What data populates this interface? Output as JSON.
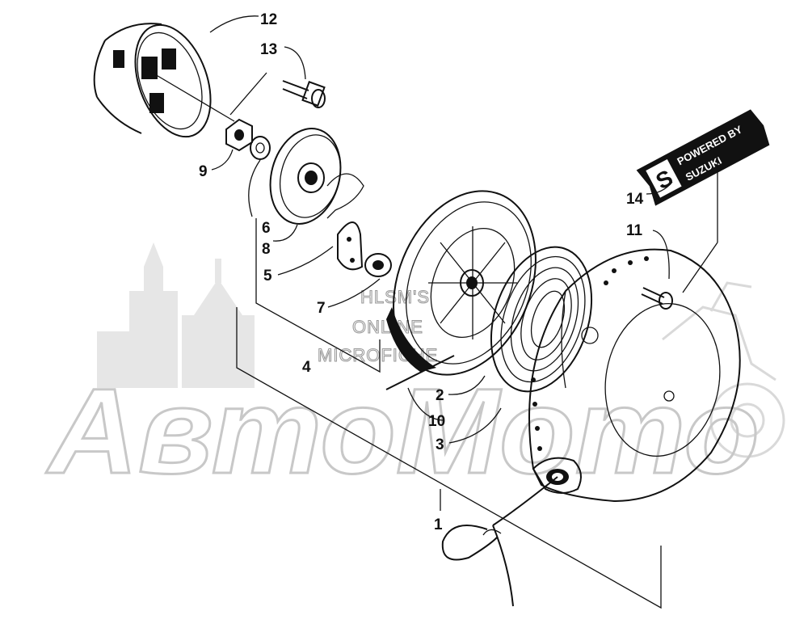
{
  "watermark": {
    "brand": "АвтоМото",
    "line1": "HLSM'S",
    "line2": "ONLINE",
    "line3": "MICROFICHE"
  },
  "decal": {
    "powered_by": "POWERED BY",
    "brand": "SUZUKI",
    "logo_letter": "S"
  },
  "callouts": [
    {
      "id": "c12",
      "number": "12"
    },
    {
      "id": "c13",
      "number": "13"
    },
    {
      "id": "c9",
      "number": "9"
    },
    {
      "id": "c6",
      "number": "6"
    },
    {
      "id": "c8",
      "number": "8"
    },
    {
      "id": "c5",
      "number": "5"
    },
    {
      "id": "c7",
      "number": "7"
    },
    {
      "id": "c4",
      "number": "4"
    },
    {
      "id": "c14",
      "number": "14"
    },
    {
      "id": "c11",
      "number": "11"
    },
    {
      "id": "c2",
      "number": "2"
    },
    {
      "id": "c10",
      "number": "10"
    },
    {
      "id": "c3",
      "number": "3"
    },
    {
      "id": "c1",
      "number": "1"
    }
  ],
  "colors": {
    "ink": "#111111",
    "watermark": "#c8c8c8",
    "background": "#ffffff"
  }
}
